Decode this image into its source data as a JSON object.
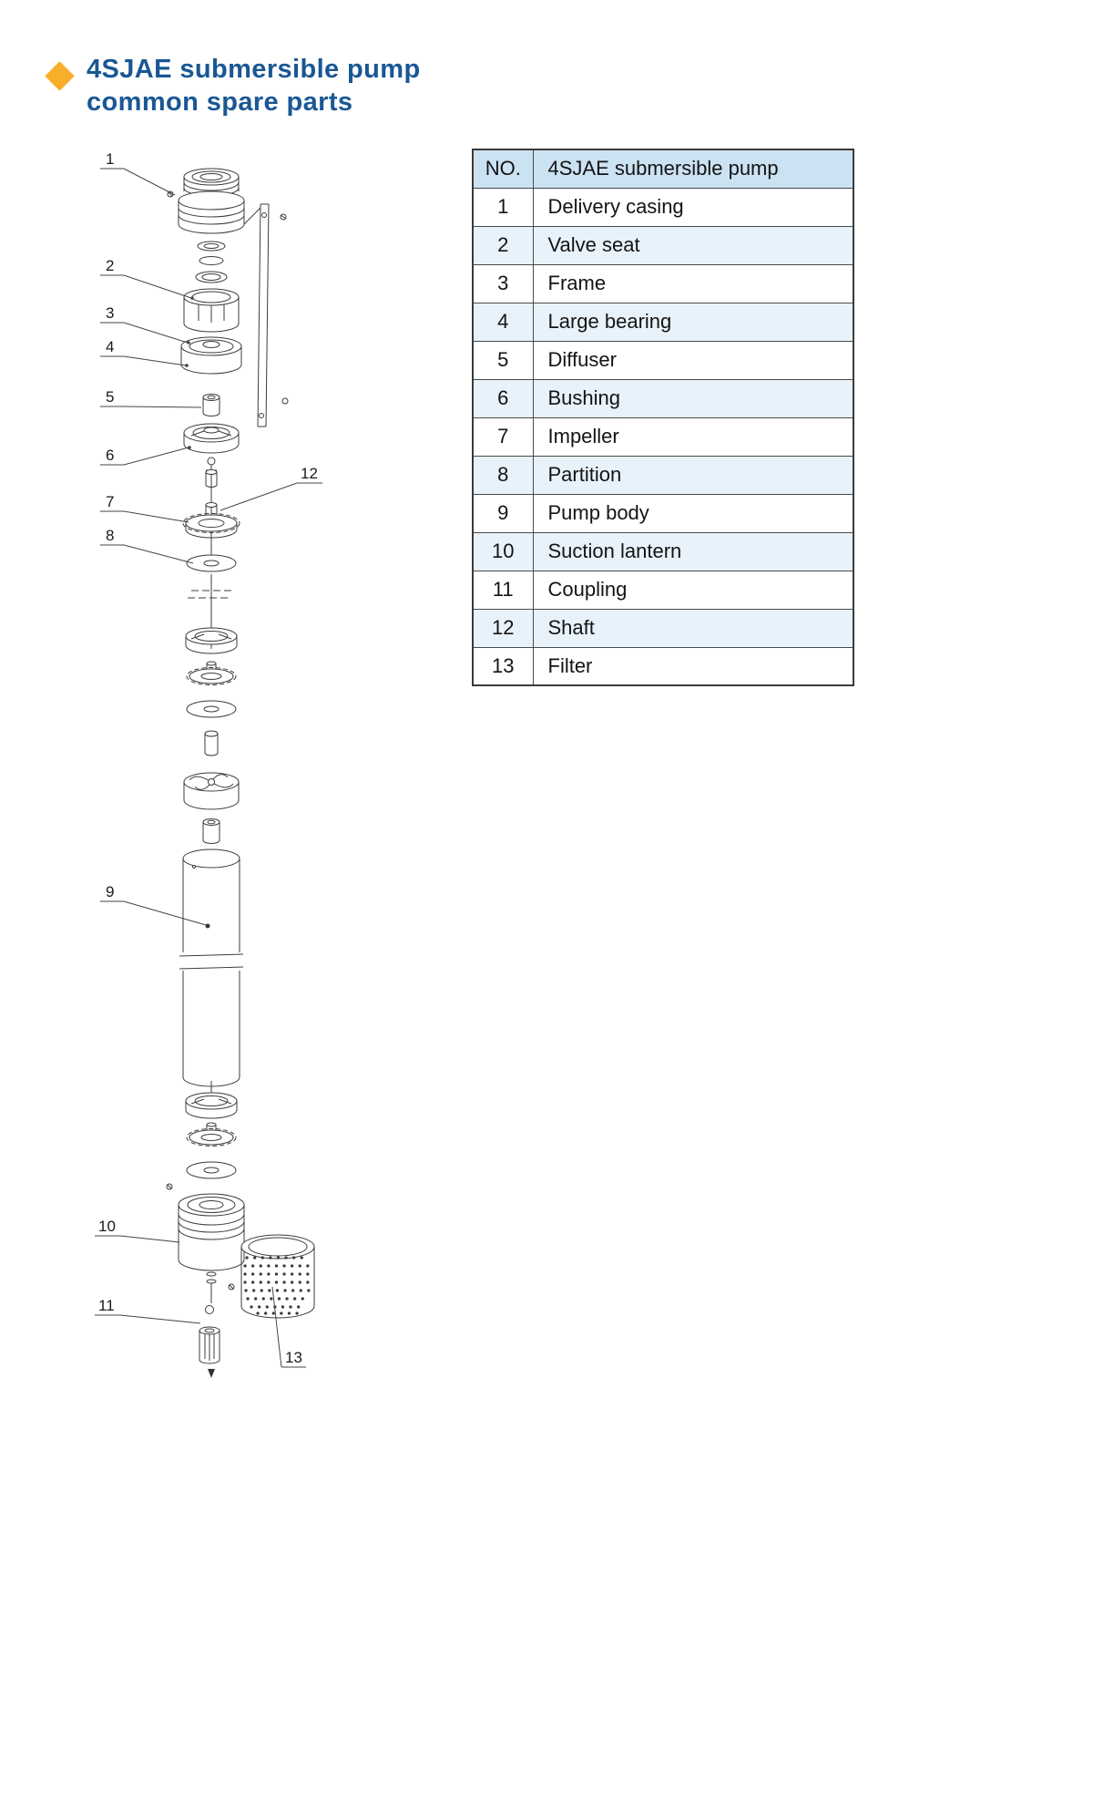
{
  "header": {
    "title_line1": "4SJAE submersible pump",
    "title_line2": "common spare parts"
  },
  "colors": {
    "title_blue": "#1a5794",
    "diamond_orange": "#f9ae2b",
    "table_header_bg": "#cbe2f3",
    "table_row_alt_bg": "#e8f2fa",
    "diagram_line": "#3c3c3c"
  },
  "table": {
    "header": {
      "no": "NO.",
      "name": "4SJAE submersible pump"
    },
    "rows": [
      {
        "no": "1",
        "name": "Delivery casing"
      },
      {
        "no": "2",
        "name": "Valve seat"
      },
      {
        "no": "3",
        "name": "Frame"
      },
      {
        "no": "4",
        "name": "Large bearing"
      },
      {
        "no": "5",
        "name": "Diffuser"
      },
      {
        "no": "6",
        "name": "Bushing"
      },
      {
        "no": "7",
        "name": "Impeller"
      },
      {
        "no": "8",
        "name": "Partition"
      },
      {
        "no": "9",
        "name": "Pump body"
      },
      {
        "no": "10",
        "name": "Suction lantern"
      },
      {
        "no": "11",
        "name": "Coupling"
      },
      {
        "no": "12",
        "name": "Shaft"
      },
      {
        "no": "13",
        "name": "Filter"
      }
    ]
  },
  "diagram": {
    "callouts": [
      {
        "label": "1"
      },
      {
        "label": "2"
      },
      {
        "label": "3"
      },
      {
        "label": "4"
      },
      {
        "label": "5"
      },
      {
        "label": "6"
      },
      {
        "label": "7"
      },
      {
        "label": "8"
      },
      {
        "label": "9"
      },
      {
        "label": "10"
      },
      {
        "label": "11"
      },
      {
        "label": "12"
      },
      {
        "label": "13"
      }
    ]
  }
}
